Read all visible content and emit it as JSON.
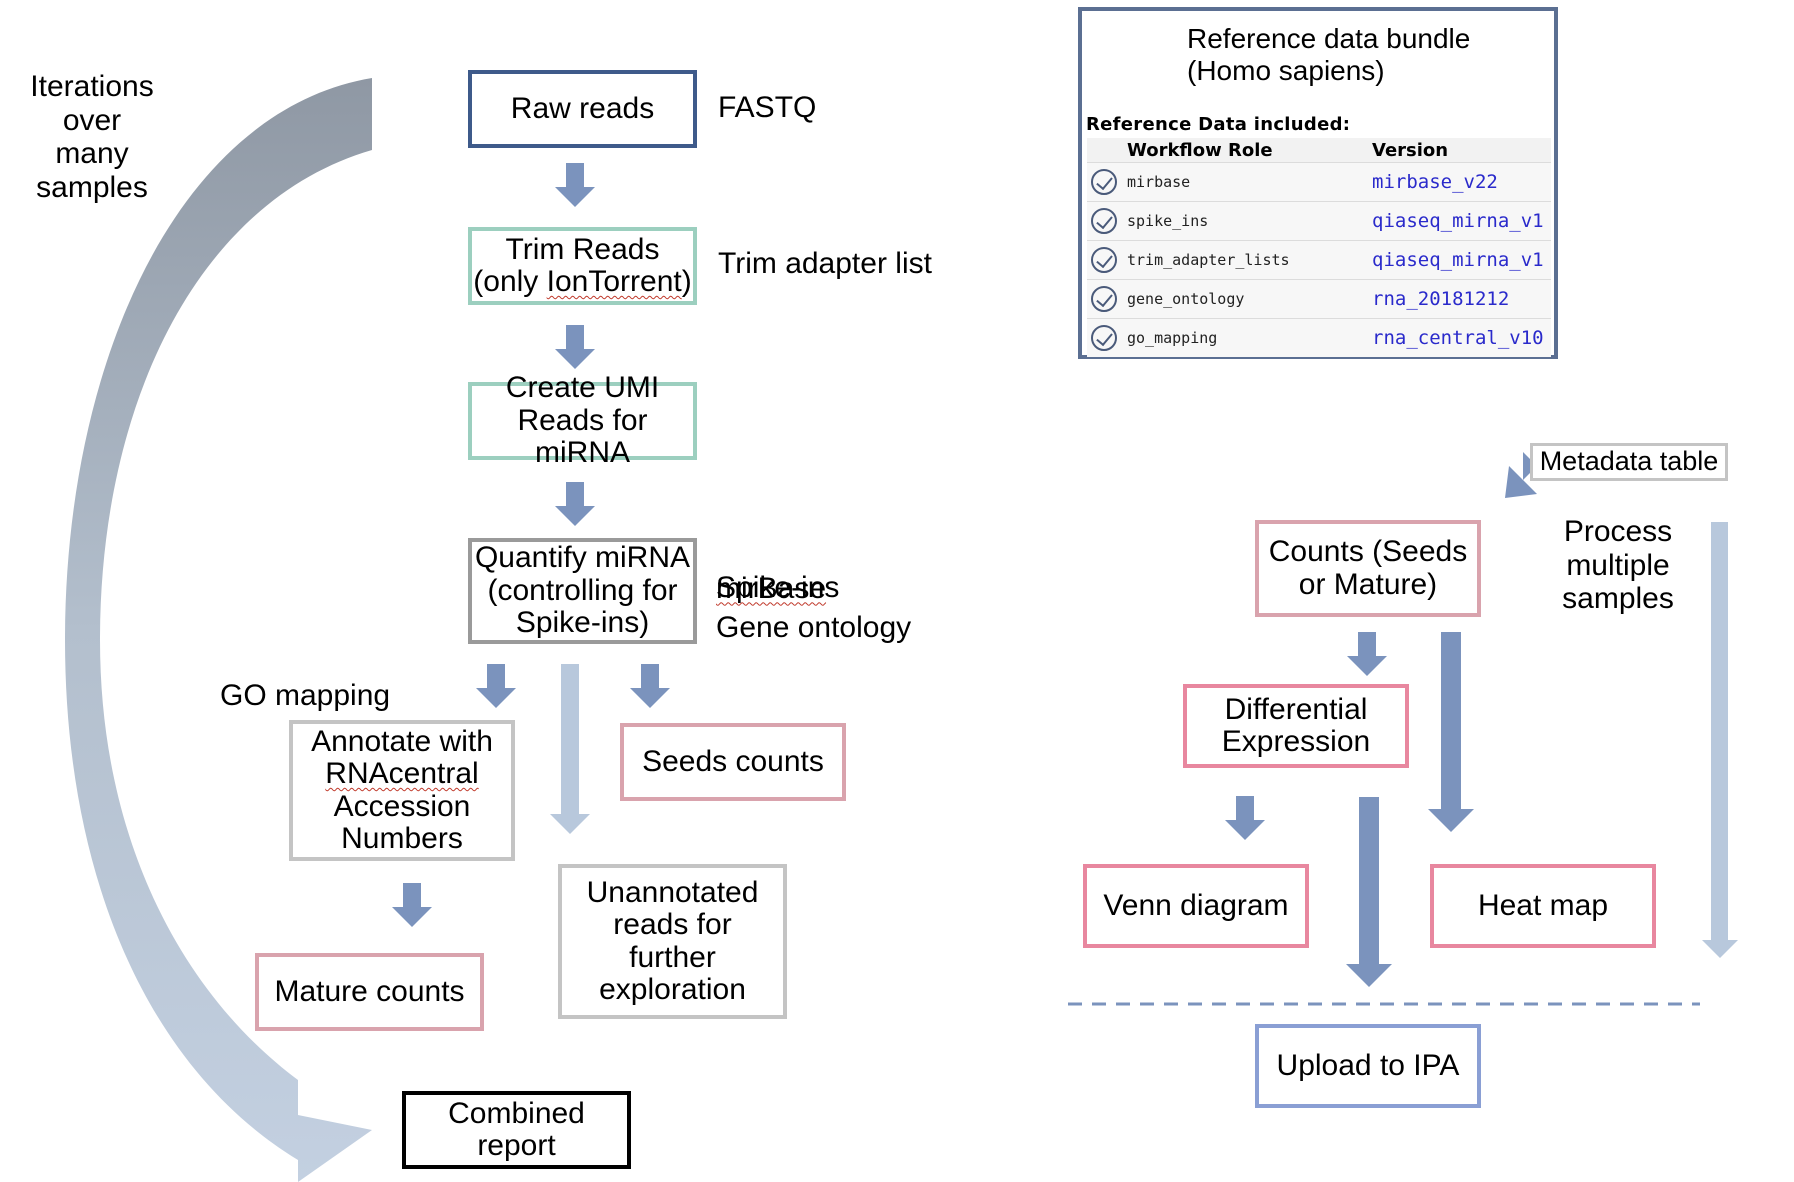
{
  "iterations_label": "Iterations\nover many\nsamples",
  "left_flow": {
    "raw_reads": "Raw reads",
    "fastq": "FASTQ",
    "trim_reads_line1": "Trim Reads",
    "trim_reads_pre": "(only ",
    "trim_reads_word": "IonTorrent",
    "trim_reads_post": ")",
    "trim_adapter_list": "Trim adapter list",
    "create_umi": "Create UMI\nReads for miRNA",
    "quantify": "Quantify miRNA\n(controlling for\nSpike-ins)",
    "mirbase": "mirBase",
    "spike_ins": "Spike-ins",
    "gene_ontology": "Gene ontology",
    "go_mapping": "GO mapping",
    "annotate_line1": "Annotate with",
    "annotate_word": "RNAcentral",
    "annotate_rest": "Accession\nNumbers",
    "seeds_counts": "Seeds counts",
    "unannotated": "Unannotated\nreads for\nfurther\nexploration",
    "mature_counts": "Mature counts",
    "combined_report": "Combined report"
  },
  "reference_panel": {
    "title": "Reference data bundle\n(Homo sapiens)",
    "subtitle": "Reference Data included:",
    "columns": [
      "Workflow Role",
      "Version"
    ],
    "rows": [
      {
        "role": "mirbase",
        "version": "mirbase_v22"
      },
      {
        "role": "spike_ins",
        "version": "qiaseq_mirna_v1"
      },
      {
        "role": "trim_adapter_lists",
        "version": "qiaseq_mirna_v1"
      },
      {
        "role": "gene_ontology",
        "version": "rna_20181212"
      },
      {
        "role": "go_mapping",
        "version": "rna_central_v10"
      }
    ]
  },
  "right_flow": {
    "metadata_table": "Metadata table",
    "counts": "Counts (Seeds\nor Mature)",
    "process_multiple": "Process\nmultiple\nsamples",
    "differential_expression": "Differential\nExpression",
    "venn_diagram": "Venn diagram",
    "heat_map": "Heat map",
    "upload_ipa": "Upload to IPA"
  },
  "colors": {
    "navy_border": "#3e5a8a",
    "green_border": "#9ccfbf",
    "gray_border": "#9a9a9a",
    "light_gray_border": "#c4c4c4",
    "rose_border": "#d9a3ad",
    "pink_border": "#e8879f",
    "blue_border": "#8a9fd4",
    "arrow_blue": "#7b93bd",
    "arrow_light": "#b8c8dc",
    "big_arc_top": "#9ba3ad",
    "big_arc_bottom": "#c0cee0"
  }
}
